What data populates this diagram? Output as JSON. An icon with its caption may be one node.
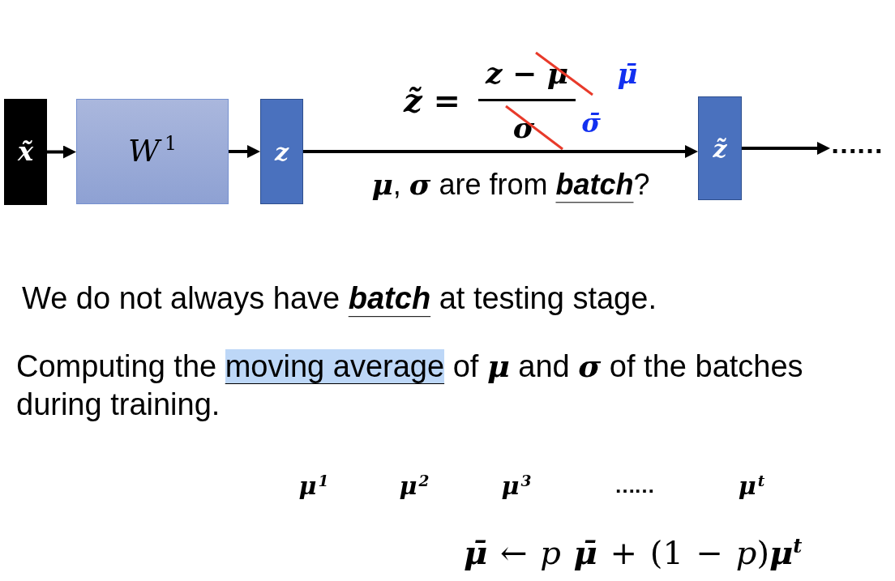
{
  "diagram": {
    "nodes": [
      {
        "text": [
          "x̃"
        ]
      },
      {
        "text": [
          "*W*$^{1}$"
        ]
      },
      {
        "text": [
          "z"
        ]
      },
      {
        "text": [
          "z̃"
        ]
      },
      {
        "text": [
          "……"
        ]
      }
    ],
    "edges": [
      {
        "from": 0,
        "to": 1,
        "arrow": "to"
      },
      {
        "from": 1,
        "to": 2,
        "arrow": "to"
      },
      {
        "from": 2,
        "to": 3,
        "arrow": "to"
      },
      {
        "from": 3,
        "to": 4,
        "arrow": "to"
      }
    ],
    "labels": [
      "z̃ =",
      "z − μ",
      "μ̄",
      "σ",
      "σ̄",
      "**μ**, **σ** are from **batch**?",
      "We do not always have **batch** at testing stage.",
      "Computing the *moving average* of **μ** and **σ** of the batches during training.",
      "μ$^{1}$",
      "μ$^{2}$",
      "μ$^{3}$",
      "……",
      "μ$^{t}$",
      "**μ̄** ← *p* **μ̄** + (1 − *p*)**μ**$^{t}$"
    ]
  }
}
